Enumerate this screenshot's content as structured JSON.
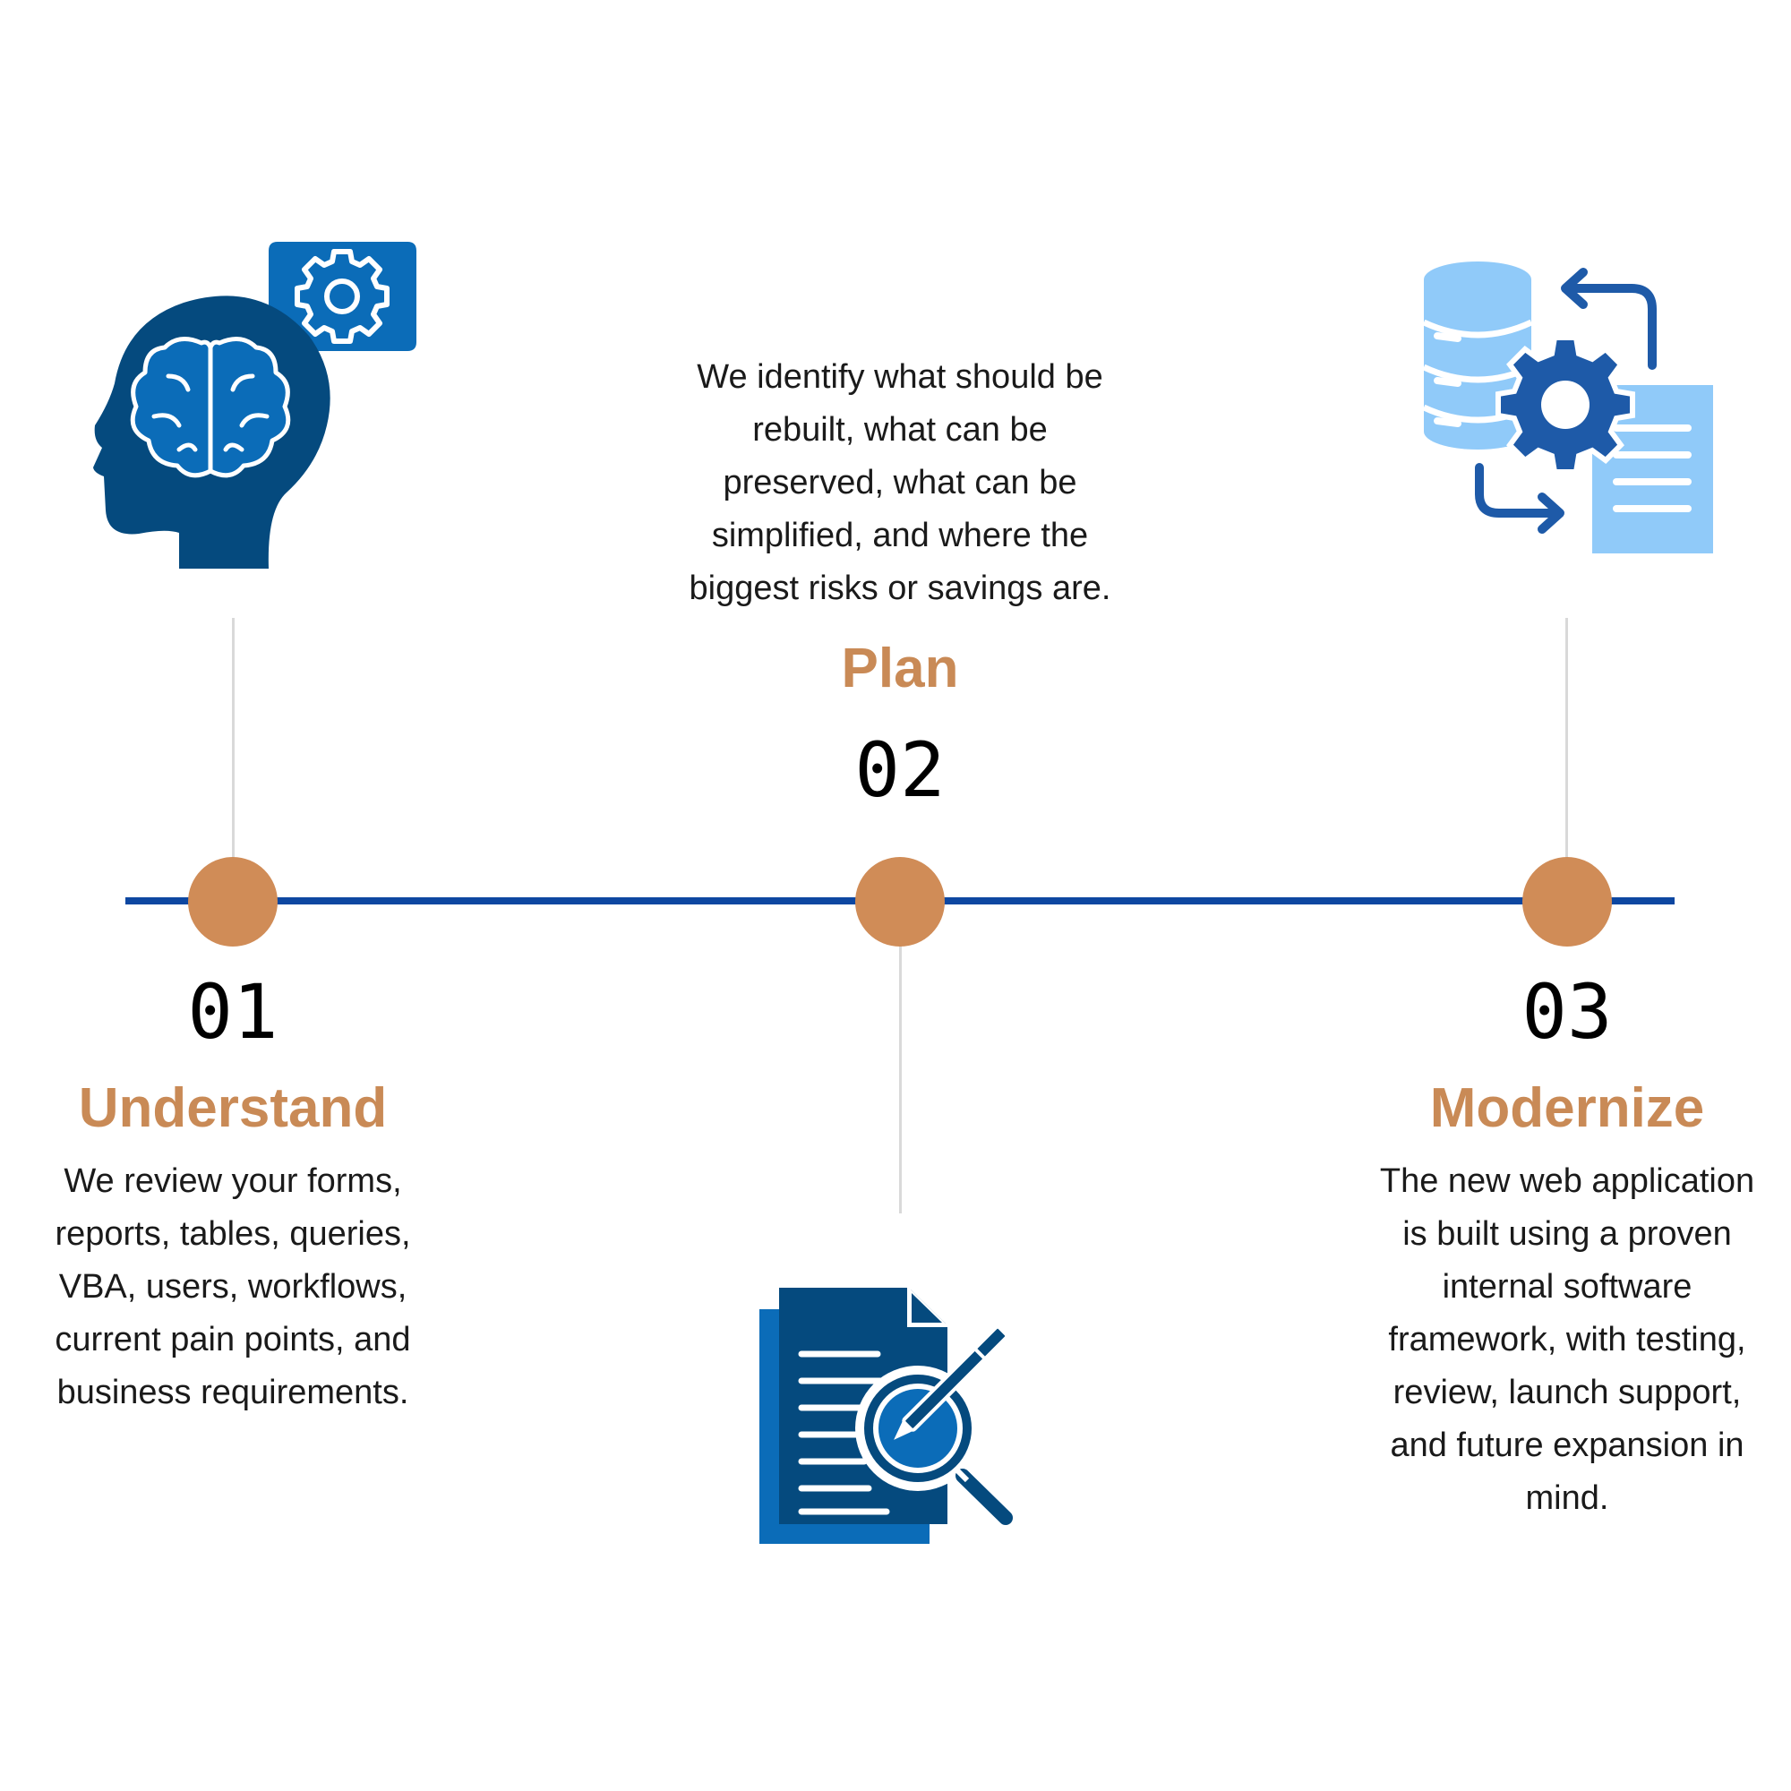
{
  "colors": {
    "timeline": "#0d47a1",
    "dot": "#d08c57",
    "title": "#c98a56",
    "connector": "#d9d9d9",
    "icon_dark": "#054a7e",
    "icon_mid": "#0b6cb8",
    "icon_light": "#90caf9",
    "icon_blue": "#1e5aa8"
  },
  "steps": [
    {
      "number": "01",
      "title": "Understand",
      "description": "We review your forms,\nreports, tables, queries,\nVBA, users, workflows,\ncurrent pain points, and\nbusiness requirements.",
      "icon": "brain-gear-icon"
    },
    {
      "number": "02",
      "title": "Plan",
      "description": "We identify what should be\nrebuilt, what can be\npreserved, what can be\nsimplified, and where the\nbiggest risks or savings are.",
      "icon": "document-magnifier-icon"
    },
    {
      "number": "03",
      "title": "Modernize",
      "description": "The new web application\nis built using a proven\ninternal software\nframework, with testing,\nreview, launch support,\nand future expansion in\nmind.",
      "icon": "database-sync-icon"
    }
  ]
}
